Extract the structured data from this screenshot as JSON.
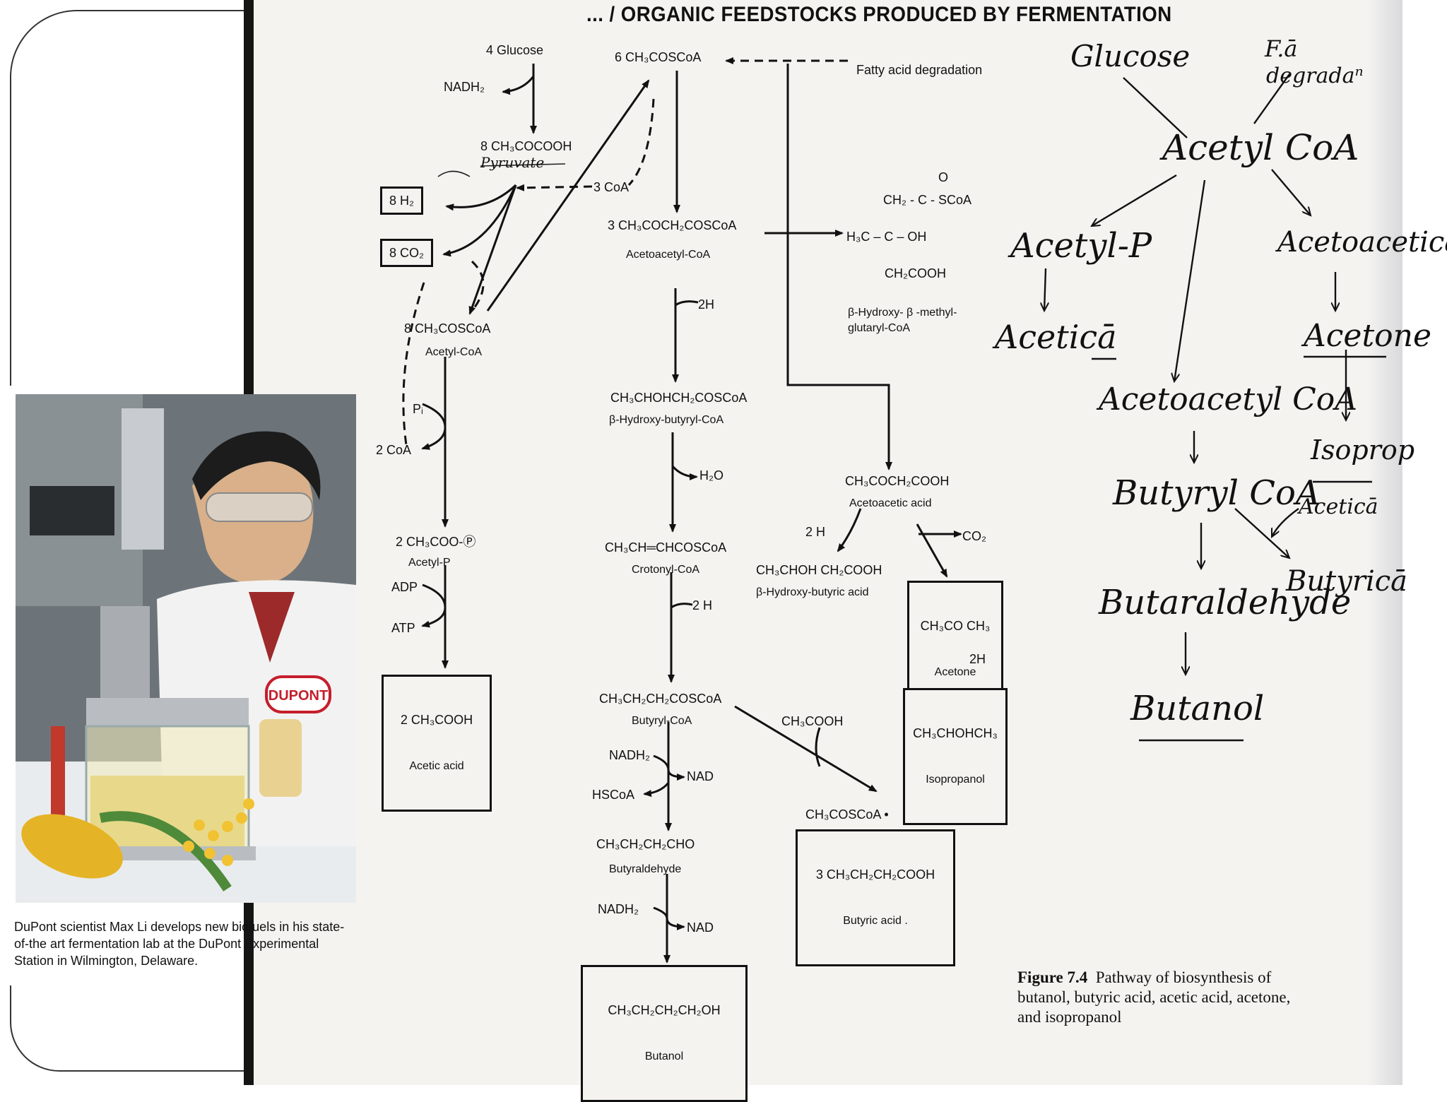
{
  "page_header": "... / ORGANIC FEEDSTOCKS PRODUCED BY FERMENTATION",
  "photo": {
    "caption": "DuPont scientist Max Li develops new biofuels in his state-of-the art fermentation lab at the DuPont Experimental Station in Wilmington, Delaware.",
    "badge": "DUPONT"
  },
  "figure": {
    "number": "Figure 7.4",
    "caption": "Pathway of biosynthesis of butanol, butyric acid, acetic acid, acetone, and isopropanol"
  },
  "pathway": {
    "glucose": "4 Glucose",
    "nadh2_top": "NADH₂",
    "pyruvate_formula": "8 CH₃COCOOH",
    "pyruvate_note": "Pyruvate",
    "h2": "8 H₂",
    "co2": "8 CO₂",
    "coa3": "3 CoA",
    "acetyl_coa_formula": "8 CH₃COSCoA",
    "acetyl_coa_name": "Acetyl-CoA",
    "six_acetyl": "6 CH₃COSCoA",
    "fatty_acid": "Fatty acid degradation",
    "acetoacetyl_formula": "3 CH₃COCH₂COSCoA",
    "acetoacetyl_name": "Acetoacetyl-CoA",
    "hmg_top": "CH₂ - C - SCoA",
    "hmg_o": "O",
    "hmg_mid": "H₃C – C – OH",
    "hmg_bot": "CH₂COOH",
    "hmg_name1": "β-Hydroxy- β -methyl-",
    "hmg_name2": "glutaryl-CoA",
    "two_h_1": "2H",
    "hydroxybutyryl_formula": "CH₃CHOHCH₂COSCoA",
    "hydroxybutyryl_name": "β-Hydroxy-butyryl-CoA",
    "h2o": "H₂O",
    "crotonyl_formula": "CH₃CH═CHCOSCoA",
    "crotonyl_name": "Crotonyl-CoA",
    "two_h_2": "2 H",
    "butyryl_formula": "CH₃CH₂CH₂COSCoA",
    "butyryl_name": "Butyryl-CoA",
    "nadh2_a": "NADH₂",
    "nad_a": "NAD",
    "hscoa": "HSCoA",
    "butyraldehyde_formula": "CH₃CH₂CH₂CHO",
    "butyraldehyde_name": "Butyraldehyde",
    "nadh2_b": "NADH₂",
    "nad_b": "NAD",
    "butanol_formula": "CH₃CH₂CH₂CH₂OH",
    "butanol_name": "Butanol",
    "pi": "Pᵢ",
    "two_coa": "2 CoA",
    "acetyl_p_formula": "2 CH₃COO-Ⓟ",
    "acetyl_p_name": "Acetyl-P",
    "adp": "ADP",
    "atp": "ATP",
    "acetic_formula": "2 CH₃COOH",
    "acetic_name": "Acetic acid",
    "acetoacetic_formula": "CH₃COCH₂COOH",
    "acetoacetic_name": "Acetoacetic acid",
    "two_h_3": "2 H",
    "co2_small": "CO₂",
    "hydroxybutyric_formula": "CH₃CHOH CH₂COOH",
    "hydroxybutyric_name": "β-Hydroxy-butyric acid",
    "acetone_formula": "CH₃CO CH₃",
    "acetone_name": "Acetone",
    "two_h_4": "2H",
    "isopropanol_formula": "CH₃CHOHCH₃",
    "isopropanol_name": "Isopropanol",
    "acetic_in": "CH₃COOH",
    "acetyl_out": "CH₃COSCoA •",
    "butyric_formula": "3 CH₃CH₂CH₂COOH",
    "butyric_name": "Butyric acid ."
  },
  "handwritten": {
    "glucose": "Glucose",
    "fa_degradation_1": "F.ā",
    "fa_degradation_2": "degradaⁿ",
    "acetyl_coa": "Acetyl CoA",
    "acetyl_p": "Acetyl-P",
    "acetic": "Aceticā",
    "acetoacetic": "Acetoaceticā",
    "acetone": "Acetone",
    "acetoacetyl_coa": "Acetoacetyl CoA",
    "isoprop": "Isoprop",
    "butyryl_coa": "Butyryl CoA",
    "acetic2": "Aceticā",
    "butyric": "Butyricā",
    "butaraldehyde": "Butaraldehyde",
    "butanol": "Butanol"
  }
}
